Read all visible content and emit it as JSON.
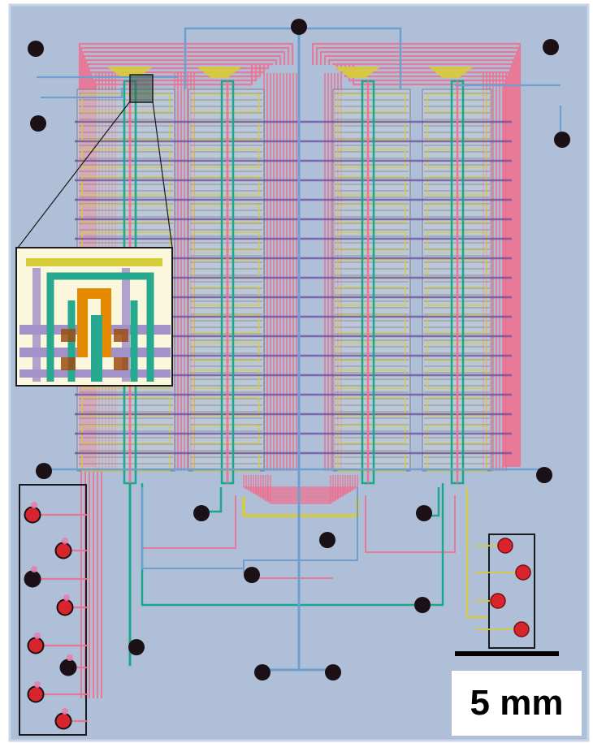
{
  "scale_bar": {
    "label": "5 mm"
  },
  "colors": {
    "substrate": "#aebfd7",
    "substrate_edge": "#c9d6e8",
    "flow_pink": "#ee6f8e",
    "control_blue": "#6e9fd0",
    "control_purple": "#6a4c9c",
    "valve_yellow": "#d7cc3a",
    "teal": "#1aa88c",
    "port_dark": "#1a1016",
    "port_red": "#d8242c",
    "grid_gray": "#7d8088",
    "inset_bg": "#fbf7dc",
    "inset_orange": "#e58a00",
    "inset_purple": "#a392c9",
    "inset_teal": "#26a98e",
    "inset_brown": "#9c4c14"
  },
  "layout_counts": {
    "chamber_columns": 4,
    "top_ports": 5,
    "bottom_ports": 2
  }
}
